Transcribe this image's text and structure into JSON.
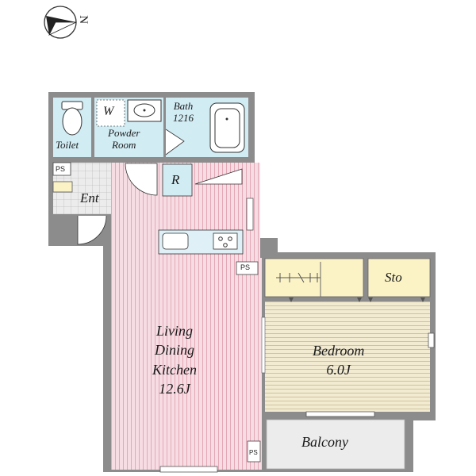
{
  "compass": {
    "north_label": "N"
  },
  "rooms": {
    "toilet": "Toilet",
    "washer": "W",
    "powder": [
      "Powder",
      "Room"
    ],
    "bath": [
      "Bath",
      "1216"
    ],
    "fridge": "R",
    "entrance": "Ent",
    "ldk": [
      "Living",
      "Dining",
      "Kitchen",
      "12.6J"
    ],
    "bedroom": [
      "Bedroom",
      "6.0J"
    ],
    "storage": "Sto",
    "balcony": "Balcony"
  },
  "pipe_space_label": "PS",
  "colors": {
    "wall": "#8c8c8c",
    "wet_area": "#d2ecf4",
    "ldk_floor": "#f6dde4",
    "ldk_stripe": "#e4a7b6",
    "bedroom_floor": "#f2ebd2",
    "bedroom_stripe": "#cfc39a",
    "closet": "#fbf3c6",
    "balcony": "#ececec",
    "entrance_tile": "#e6e6e6",
    "kitchen_counter": "#dff1f7"
  }
}
